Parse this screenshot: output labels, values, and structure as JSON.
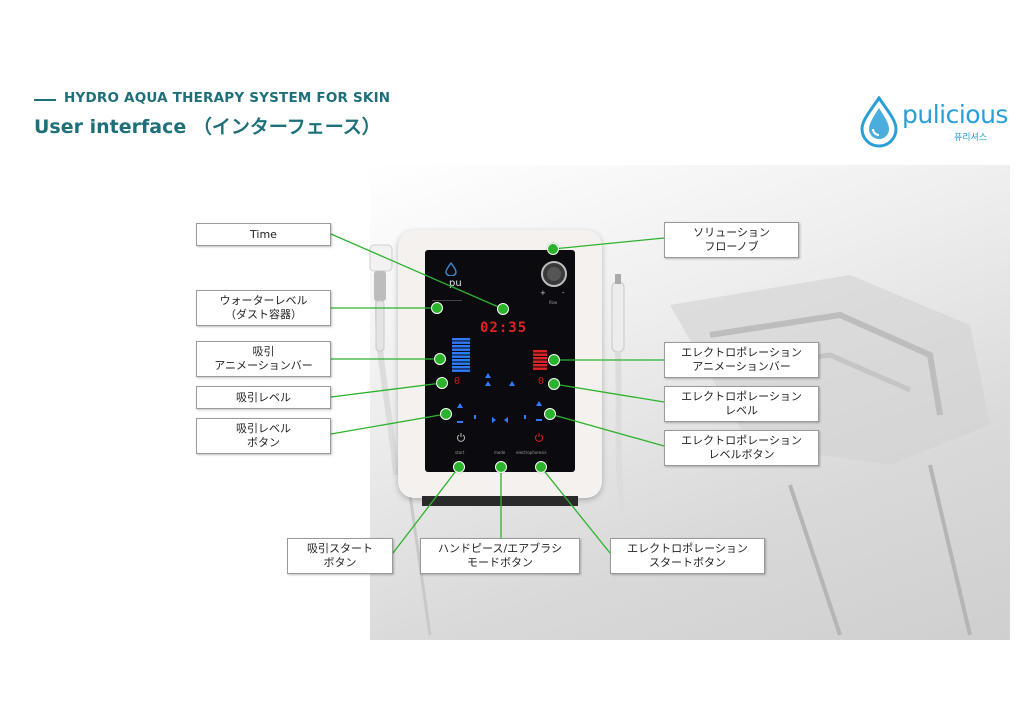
{
  "header": {
    "subtitle": "HYDRO AQUA THERAPY SYSTEM FOR SKIN",
    "title": "User interface （インターフェース）"
  },
  "logo": {
    "word": "pulicious",
    "sub": "퓨리셔스"
  },
  "device": {
    "screen_logo": "pu",
    "timer_digits": "02:35",
    "suction_level": "0",
    "electro_level": "0",
    "plus_sign": "+",
    "minus_sign": "-",
    "knob_caption": "flow",
    "btn_start": "start",
    "btn_mode": "mode",
    "btn_electro": "electrophoresis"
  },
  "callouts": {
    "time": "Time",
    "water_level_1": "ウォーターレベル",
    "water_level_2": "（ダスト容器）",
    "suction_anim_1": "吸引",
    "suction_anim_2": "アニメーションバー",
    "suction_level": "吸引レベル",
    "suction_btn_1": "吸引レベル",
    "suction_btn_2": "ボタン",
    "solution_knob_1": "ソリューション",
    "solution_knob_2": "フローノブ",
    "electro_anim_1": "エレクトロポレーション",
    "electro_anim_2": "アニメーションバー",
    "electro_level_1": "エレクトロポレーション",
    "electro_level_2": "レベル",
    "electro_btn_1": "エレクトロポレーション",
    "electro_btn_2": "レベルボタン",
    "suction_start_1": "吸引スタート",
    "suction_start_2": "ボタン",
    "handpiece_mode_1": "ハンドピース/エアブラシ",
    "handpiece_mode_2": "モードボタン",
    "electro_start_1": "エレクトロポレーション",
    "electro_start_2": "スタートボタン"
  },
  "colors": {
    "accent": "#1d6f7a",
    "logo_blue": "#2a9fd6",
    "marker_green": "#2cb32c",
    "led_blue": "#2f7bff",
    "led_red": "#e02222"
  }
}
